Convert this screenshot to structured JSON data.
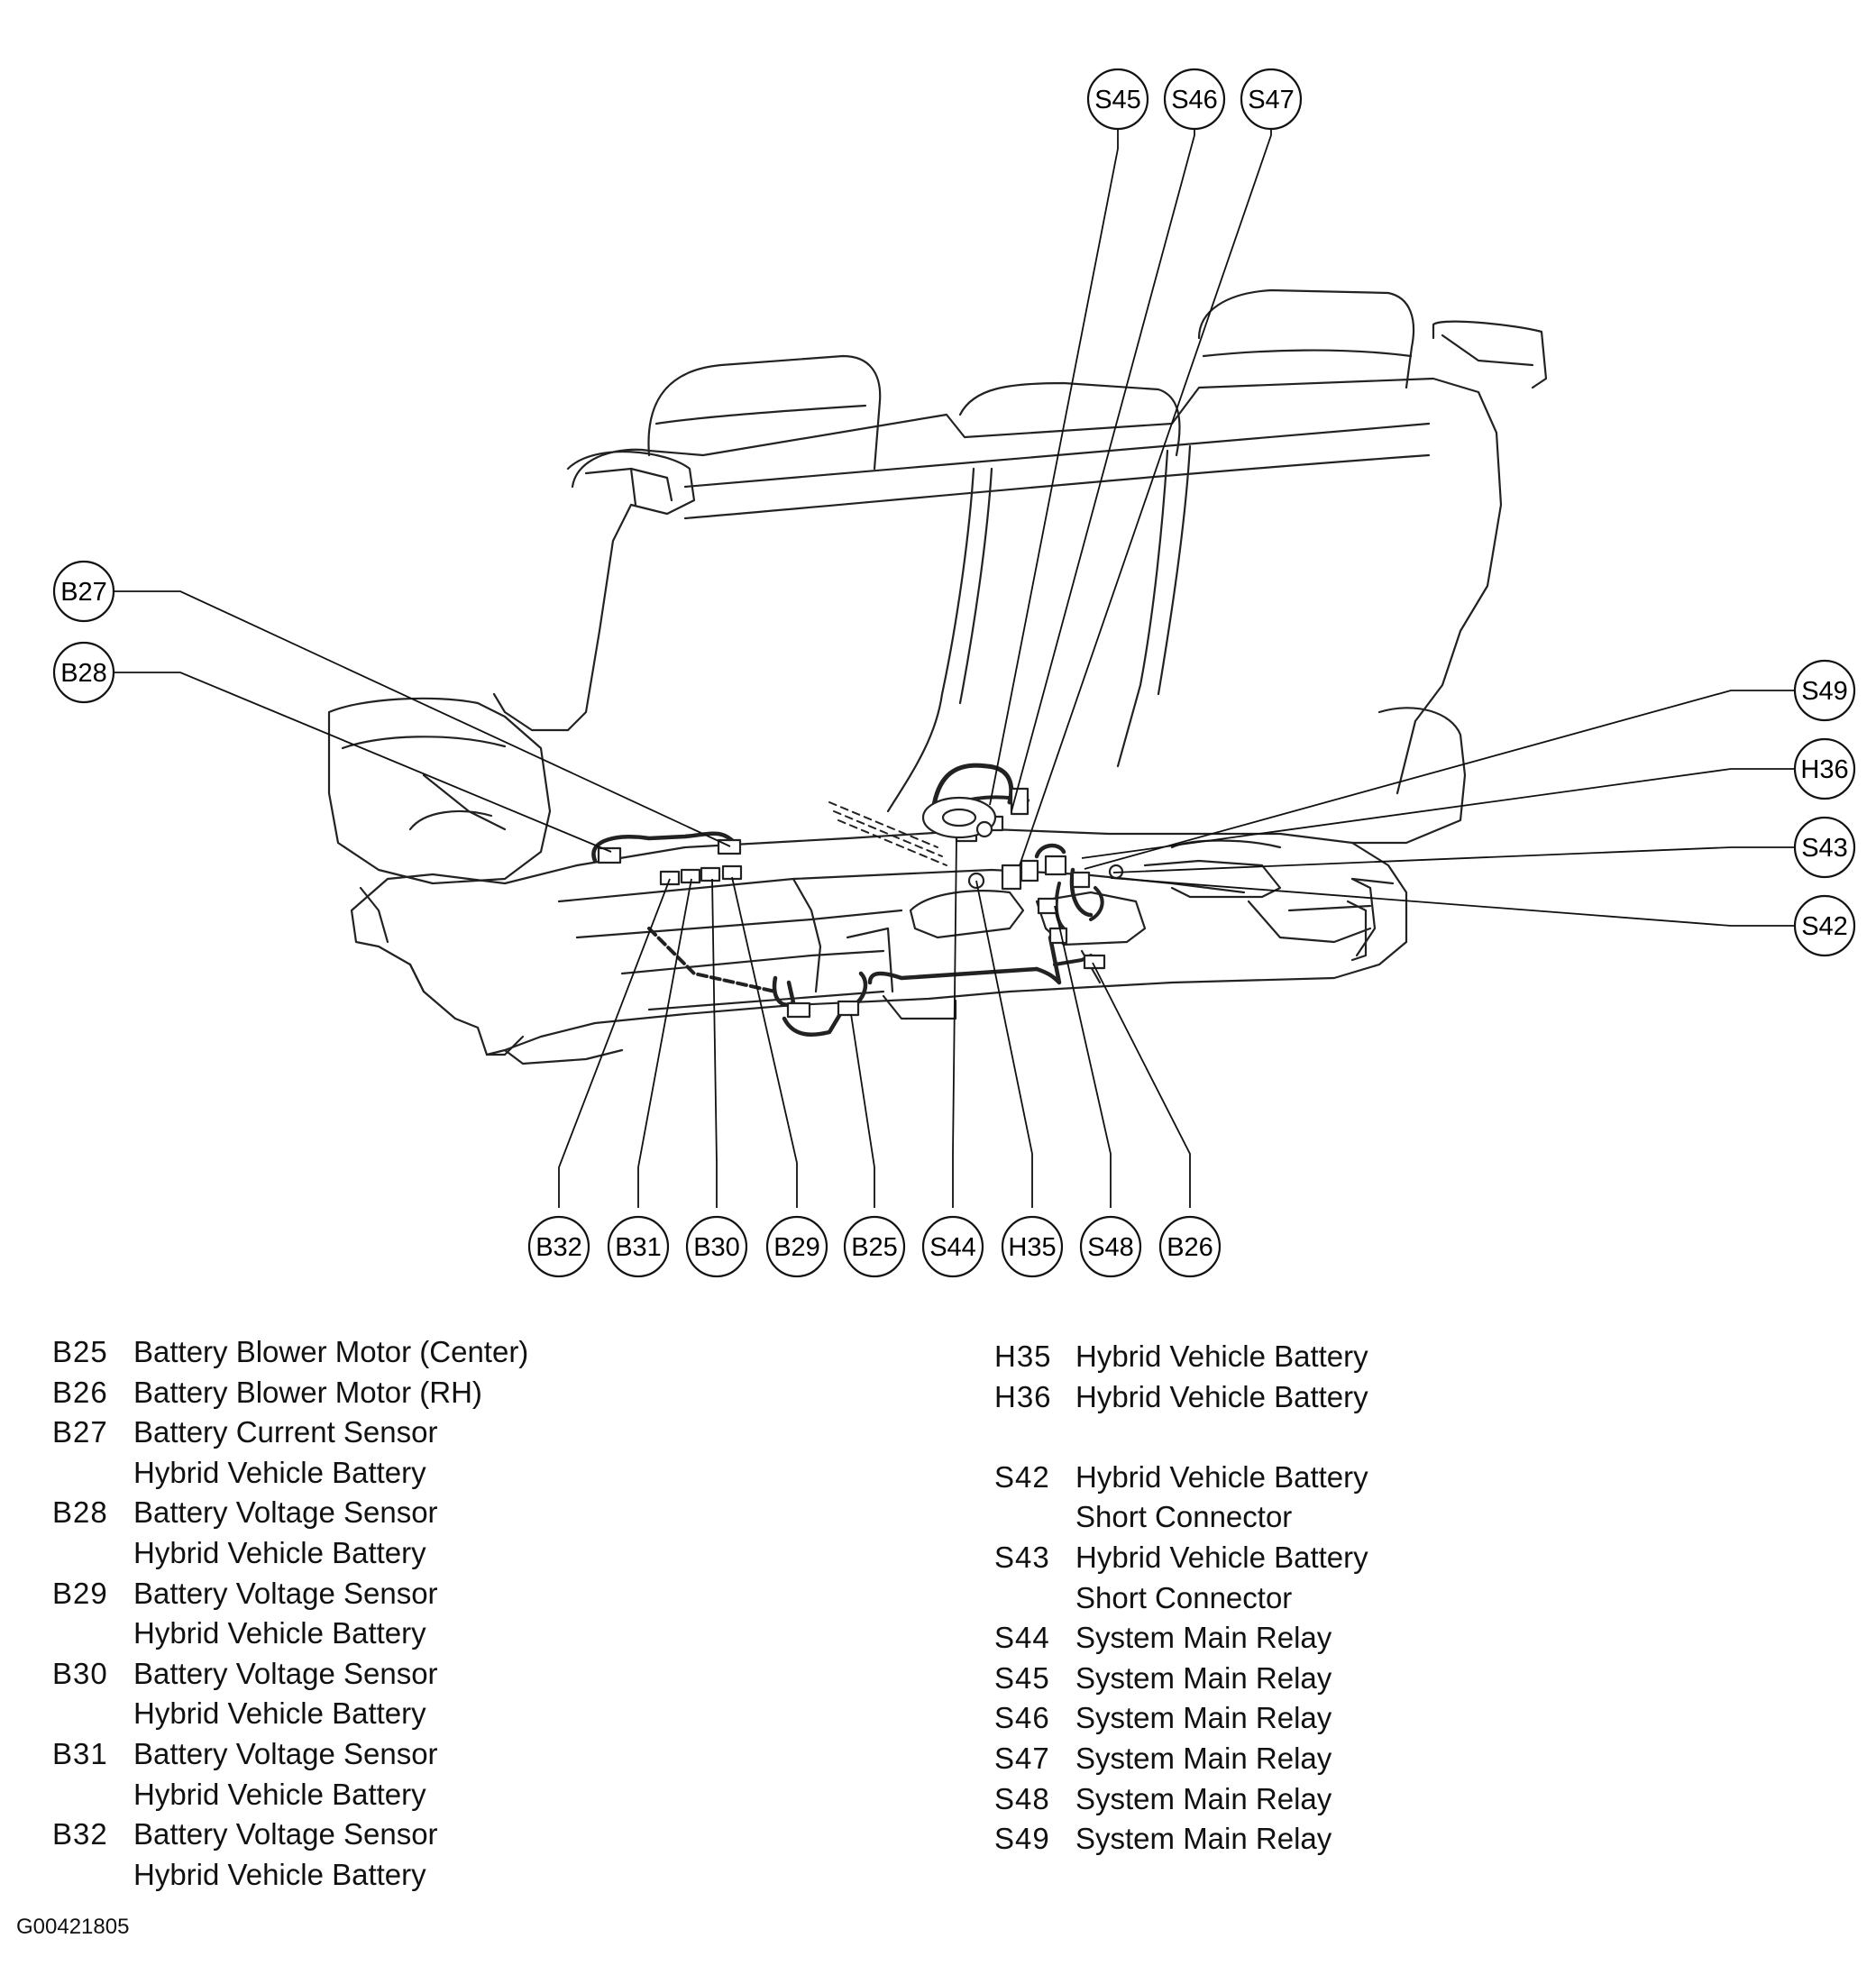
{
  "callouts": [
    {
      "id": "S45",
      "label": "S45"
    },
    {
      "id": "S46",
      "label": "S46"
    },
    {
      "id": "S47",
      "label": "S47"
    },
    {
      "id": "B27",
      "label": "B27"
    },
    {
      "id": "B28",
      "label": "B28"
    },
    {
      "id": "S49",
      "label": "S49"
    },
    {
      "id": "H36",
      "label": "H36"
    },
    {
      "id": "S43",
      "label": "S43"
    },
    {
      "id": "S42",
      "label": "S42"
    },
    {
      "id": "B32",
      "label": "B32"
    },
    {
      "id": "B31",
      "label": "B31"
    },
    {
      "id": "B30",
      "label": "B30"
    },
    {
      "id": "B29",
      "label": "B29"
    },
    {
      "id": "B25",
      "label": "B25"
    },
    {
      "id": "S44",
      "label": "S44"
    },
    {
      "id": "H35",
      "label": "H35"
    },
    {
      "id": "S48",
      "label": "S48"
    },
    {
      "id": "B26",
      "label": "B26"
    }
  ],
  "legend_left": [
    {
      "code": "B25",
      "line1": "Battery Blower Motor (Center)"
    },
    {
      "code": "B26",
      "line1": "Battery Blower Motor (RH)"
    },
    {
      "code": "B27",
      "line1": "Battery Current Sensor",
      "line2": "Hybrid Vehicle Battery"
    },
    {
      "code": "B28",
      "line1": "Battery Voltage Sensor",
      "line2": "Hybrid Vehicle Battery"
    },
    {
      "code": "B29",
      "line1": "Battery Voltage Sensor",
      "line2": "Hybrid Vehicle Battery"
    },
    {
      "code": "B30",
      "line1": "Battery Voltage Sensor",
      "line2": "Hybrid Vehicle Battery"
    },
    {
      "code": "B31",
      "line1": "Battery Voltage Sensor",
      "line2": "Hybrid Vehicle Battery"
    },
    {
      "code": "B32",
      "line1": "Battery Voltage Sensor",
      "line2": "Hybrid Vehicle Battery"
    }
  ],
  "legend_right_top": [
    {
      "code": "H35",
      "line1": "Hybrid Vehicle Battery"
    },
    {
      "code": "H36",
      "line1": "Hybrid Vehicle Battery"
    }
  ],
  "legend_right_bottom": [
    {
      "code": "S42",
      "line1": "Hybrid Vehicle Battery",
      "line2": "Short Connector"
    },
    {
      "code": "S43",
      "line1": "Hybrid Vehicle Battery",
      "line2": "Short Connector"
    },
    {
      "code": "S44",
      "line1": "System Main Relay"
    },
    {
      "code": "S45",
      "line1": "System Main Relay"
    },
    {
      "code": "S46",
      "line1": "System Main Relay"
    },
    {
      "code": "S47",
      "line1": "System Main Relay"
    },
    {
      "code": "S48",
      "line1": "System Main Relay"
    },
    {
      "code": "S49",
      "line1": "System Main Relay"
    }
  ],
  "figure_id": "G00421805"
}
